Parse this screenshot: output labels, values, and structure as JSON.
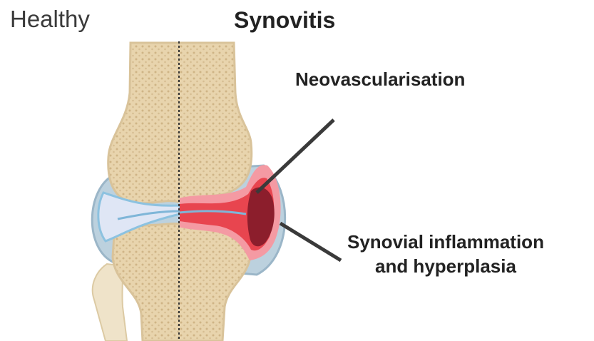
{
  "labels": {
    "healthy": "Healthy",
    "synovitis": "Synovitis",
    "neovascularisation": "Neovascularisation",
    "synovial_line1": "Synovial inflammation",
    "synovial_line2": "and hyperplasia"
  },
  "colors": {
    "bone": "#e8d4ad",
    "bone_dot": "#c9ad7e",
    "bone_outline": "#d9c39a",
    "capsule": "#bcd1de",
    "capsule_edge": "#9bb6c8",
    "cartilage": "#dfe6f5",
    "meniscus": "#8cc2e0",
    "inflamed": "#e8454f",
    "inflamed_light": "#f49aa3",
    "hyperplasia": "#8c1e2c",
    "pointer": "#3a3a3a",
    "divider": "#333333"
  }
}
